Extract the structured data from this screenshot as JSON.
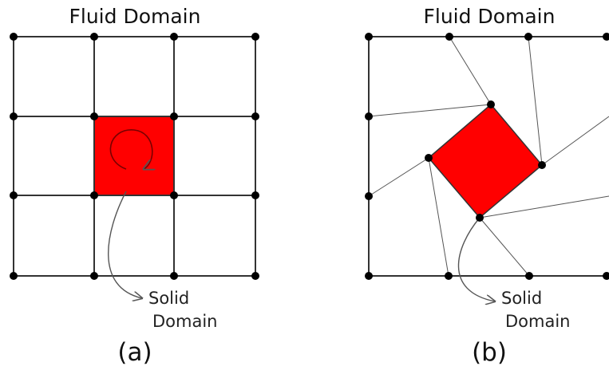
{
  "panels": [
    {
      "id": "a",
      "title": "Fluid Domain",
      "caption": "(a)",
      "solid_label_line1": "Solid",
      "solid_label_line2": "Domain"
    },
    {
      "id": "b",
      "title": "Fluid Domain",
      "caption": "(b)",
      "solid_label_line1": "Solid",
      "solid_label_line2": "Domain"
    }
  ],
  "colors": {
    "solid_fill": "#ff0000",
    "grid_line": "#333333",
    "node": "#000000",
    "arrow": "#555555"
  },
  "icons": {
    "rotation": "curved-rotation-arrow-icon"
  }
}
